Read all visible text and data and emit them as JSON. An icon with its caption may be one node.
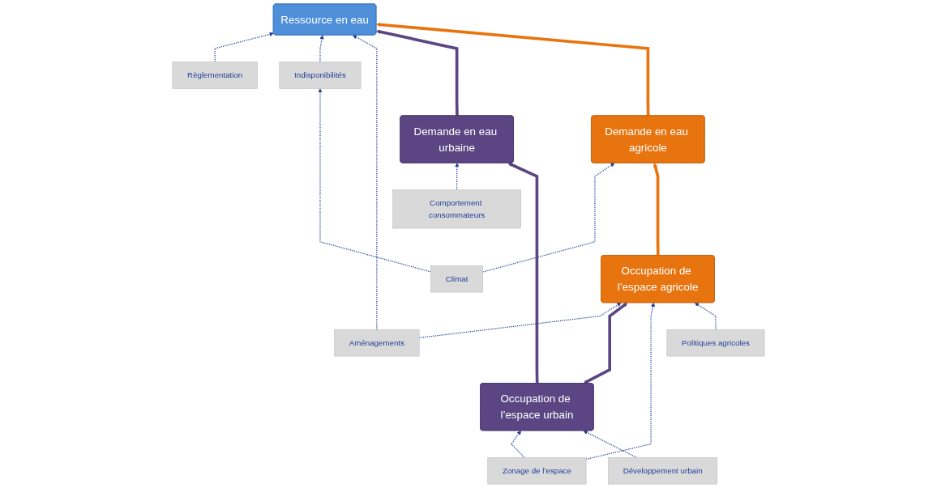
{
  "diagram": {
    "nodes": [
      {
        "text": [
          "Comportement consommateurs"
        ]
      },
      {
        "text": [
          "Règlementation"
        ]
      },
      {
        "text": [
          "Climat"
        ]
      },
      {
        "text": [
          "Indisponibilités"
        ]
      },
      {
        "text": [
          "Aménagements"
        ]
      },
      {
        "text": [
          "Demande en eau urbaine"
        ]
      },
      {
        "text": [
          "Ressource en eau"
        ]
      },
      {
        "text": [
          "Demande en eau agricole"
        ]
      },
      {
        "text": [
          "Occupation de l’espace urbain"
        ]
      },
      {
        "text": [
          "Occupation de l’espace agricole"
        ]
      },
      {
        "text": [
          "Zonage de l’espace"
        ]
      },
      {
        "text": [
          "Développement urbain"
        ]
      },
      {
        "text": [
          "Politiques agricoles"
        ]
      }
    ],
    "edges": [
      {
        "from": 0,
        "to": 5,
        "arrow": "to",
        "style": "dashed"
      },
      {
        "from": 1,
        "to": 6,
        "arrow": "to",
        "style": "dashed"
      },
      {
        "from": 2,
        "to": 3,
        "arrow": "to",
        "style": "dashed"
      },
      {
        "from": 2,
        "to": 7,
        "arrow": "to",
        "style": "dashed"
      },
      {
        "from": 3,
        "to": 6,
        "arrow": "to",
        "style": "dashed"
      },
      {
        "from": 4,
        "to": 6,
        "arrow": "to",
        "style": "dashed"
      },
      {
        "from": 4,
        "to": 9,
        "arrow": "to",
        "style": "dashed"
      },
      {
        "from": 5,
        "to": 6,
        "arrow": "to",
        "style": "thick",
        "color": "#5b4683"
      },
      {
        "from": 7,
        "to": 6,
        "arrow": "to",
        "style": "thick",
        "color": "#e8740f"
      },
      {
        "from": 8,
        "to": 5,
        "arrow": "to",
        "style": "thick",
        "color": "#5b4683"
      },
      {
        "from": 9,
        "to": 7,
        "arrow": "to",
        "style": "thick",
        "color": "#e8740f"
      },
      {
        "from": 8,
        "to": 9,
        "arrow": "both",
        "style": "thick",
        "color": "#5b4683"
      },
      {
        "from": 10,
        "to": 8,
        "arrow": "to",
        "style": "dashed"
      },
      {
        "from": 10,
        "to": 9,
        "arrow": "to",
        "style": "dashed"
      },
      {
        "from": 11,
        "to": 8,
        "arrow": "to",
        "style": "dashed"
      },
      {
        "from": 12,
        "to": 9,
        "arrow": "to",
        "style": "dashed"
      }
    ]
  }
}
